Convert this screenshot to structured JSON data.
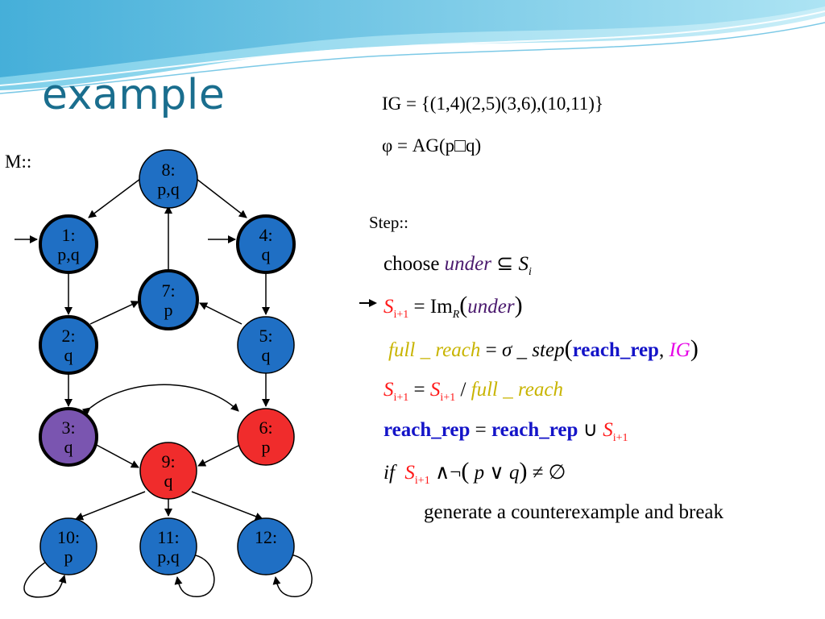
{
  "title": "example",
  "ig": "IG = {(1,4)(2,5)(3,6),(10,11)}",
  "phi": "φ = AG(p□q)",
  "step_label": "Step::",
  "m_label": "M::",
  "colors": {
    "blue": "#1f6fc4",
    "purple": "#7a55b0",
    "red": "#f02c2c",
    "title": "#1a6e8e"
  },
  "nodes": [
    {
      "id": "8",
      "line1": "8:",
      "line2": "p,q",
      "color": "blue"
    },
    {
      "id": "1",
      "line1": "1:",
      "line2": "p,q",
      "color": "blue"
    },
    {
      "id": "4",
      "line1": "4:",
      "line2": "q",
      "color": "blue"
    },
    {
      "id": "7",
      "line1": "7:",
      "line2": "p",
      "color": "blue"
    },
    {
      "id": "2",
      "line1": "2:",
      "line2": "q",
      "color": "blue"
    },
    {
      "id": "5",
      "line1": "5:",
      "line2": "q",
      "color": "blue"
    },
    {
      "id": "3",
      "line1": "3:",
      "line2": "q",
      "color": "purple"
    },
    {
      "id": "6",
      "line1": "6:",
      "line2": "p",
      "color": "red"
    },
    {
      "id": "9",
      "line1": "9:",
      "line2": "q",
      "color": "red"
    },
    {
      "id": "10",
      "line1": "10:",
      "line2": "p",
      "color": "blue"
    },
    {
      "id": "11",
      "line1": "11:",
      "line2": "p,q",
      "color": "blue"
    },
    {
      "id": "12",
      "line1": "12:",
      "line2": "",
      "color": "blue"
    }
  ],
  "eq1": {
    "choose": "choose",
    "under": "under",
    "subseteq": "⊆",
    "S": "S",
    "i": "i"
  },
  "eq2": {
    "S": "S",
    "sub": "i+1",
    "eq": "=",
    "im": "Im",
    "R": "R",
    "lp": "(",
    "under": "under",
    "rp": ")"
  },
  "eq3": {
    "full_reach": "full _ reach",
    "eq": "=",
    "sigma": "σ",
    "step": "_ step",
    "lp": "(",
    "reach_rep": "reach_rep",
    "comma": ",",
    "IG": "IG",
    "rp": ")"
  },
  "eq4": {
    "S": "S",
    "sub": "i+1",
    "eq": "=",
    "S2": "S",
    "sub2": "i+1",
    "slash": "/",
    "full_reach": "full _ reach"
  },
  "eq5": {
    "reach_rep": "reach_rep",
    "eq": "=",
    "reach_rep2": "reach_rep",
    "cup": "∪",
    "S": "S",
    "sub": "i+1"
  },
  "eq6": {
    "if": "if",
    "S": "S",
    "sub": "i+1",
    "and": "∧",
    "not": "¬",
    "lp": "(",
    "p": "p",
    "or": "∨",
    "q": "q",
    "rp": ")",
    "neq": "≠",
    "empty": "∅"
  },
  "eq7": "generate a counterexample and break"
}
